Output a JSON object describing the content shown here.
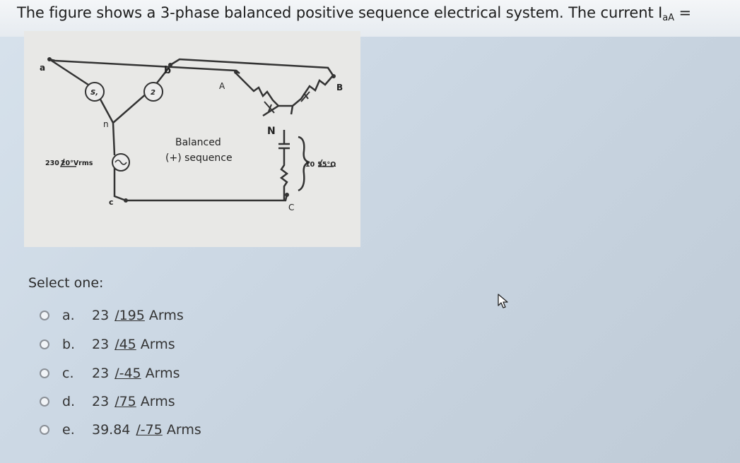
{
  "question": {
    "text_before": "The figure shows a 3-phase balanced positive sequence electrical system. The current I",
    "subscript": "aA",
    "text_after": " ="
  },
  "figure": {
    "node_a": "a",
    "node_b": "b",
    "node_c": "c",
    "node_n": "n",
    "node_A": "A",
    "node_B": "B",
    "node_C": "C",
    "node_N": "N",
    "source_label_1": "S,",
    "source_label_2": "2",
    "source_voltage": "230",
    "source_voltage_angle": "20",
    "source_voltage_unit": "°Vrms",
    "balanced_line1": "Balanced",
    "balanced_line2": "(+) sequence",
    "load_impedance_mag": "10",
    "load_impedance_angle": "55",
    "load_impedance_unit": "°Ω"
  },
  "select_one": "Select one:",
  "options": [
    {
      "letter": "a.",
      "magnitude": "23",
      "angle": "/195",
      "unit": "Arms"
    },
    {
      "letter": "b.",
      "magnitude": "23",
      "angle": "/45",
      "unit": "Arms"
    },
    {
      "letter": "c.",
      "magnitude": "23",
      "angle": "/-45",
      "unit": "Arms"
    },
    {
      "letter": "d.",
      "magnitude": "23",
      "angle": "/75",
      "unit": "Arms"
    },
    {
      "letter": "e.",
      "magnitude": "39.84",
      "angle": "/-75",
      "unit": "Arms"
    }
  ],
  "icons": {
    "cursor": "mouse-pointer-icon",
    "radio": "radio-button-icon"
  }
}
